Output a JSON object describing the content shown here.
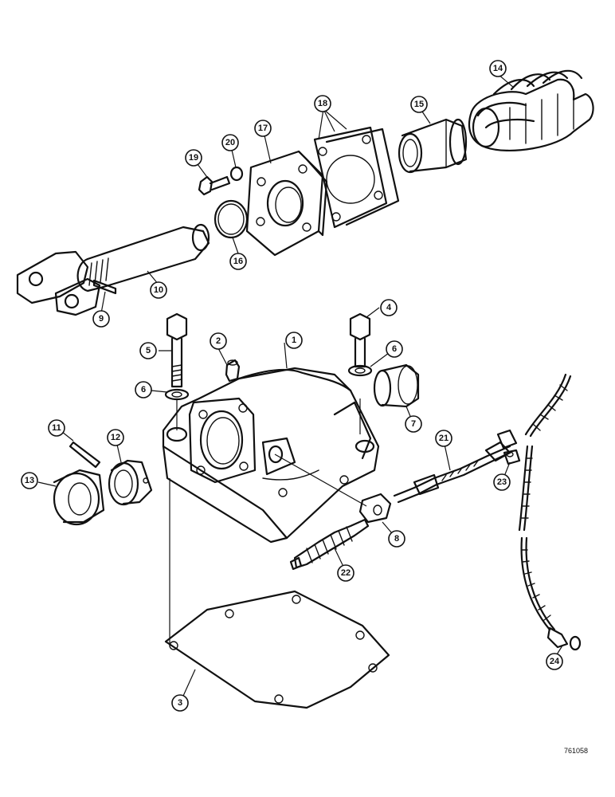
{
  "callouts": [
    "1",
    "2",
    "3",
    "4",
    "5",
    "6",
    "6",
    "7",
    "8",
    "9",
    "10",
    "11",
    "12",
    "13",
    "14",
    "15",
    "16",
    "17",
    "18",
    "19",
    "20",
    "21",
    "22",
    "23",
    "24"
  ],
  "figure_ref": "761058"
}
